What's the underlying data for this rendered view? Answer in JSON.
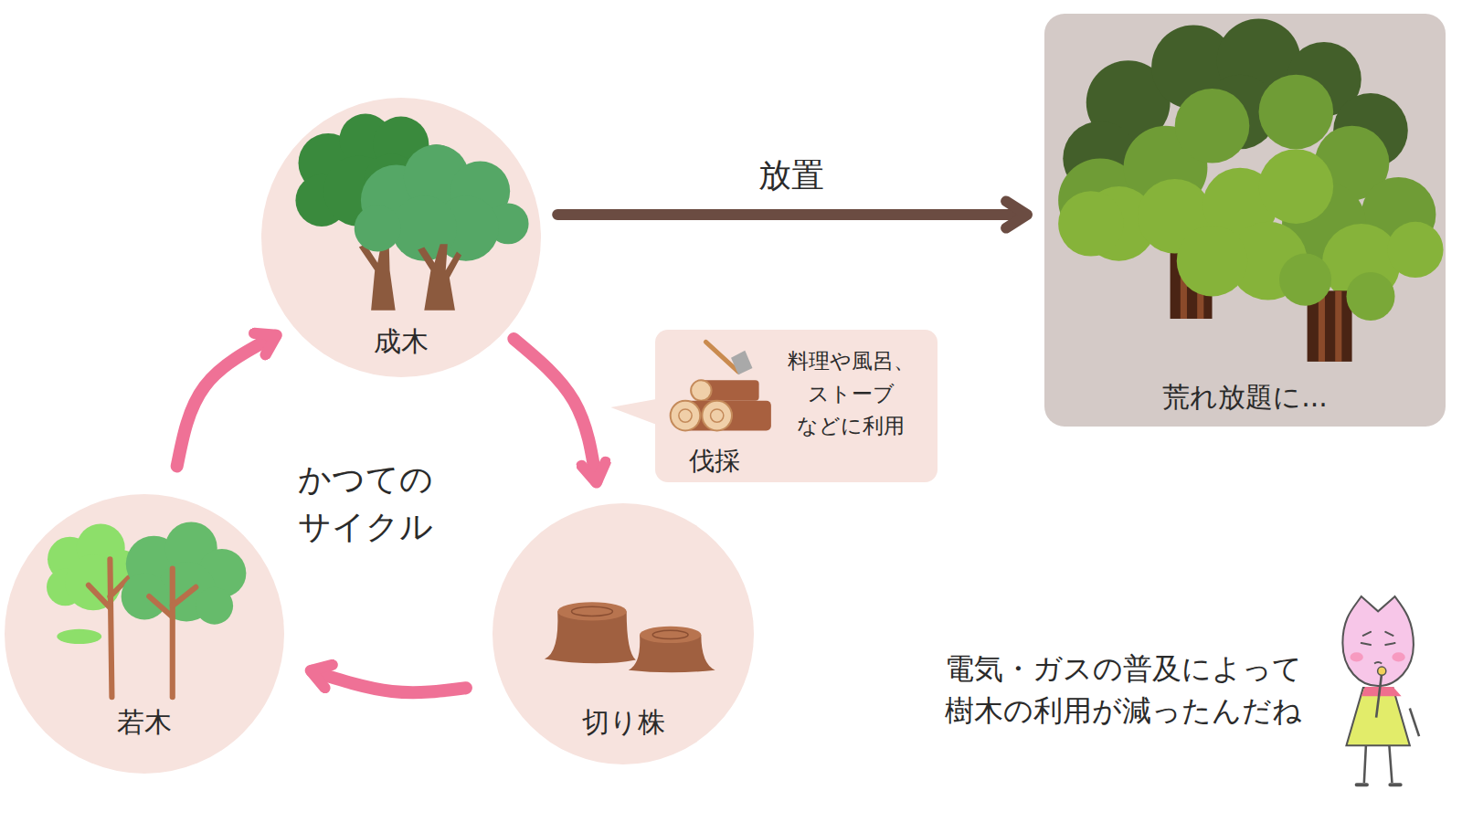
{
  "diagram": {
    "nodes": [
      {
        "text": [
          "成木"
        ]
      },
      {
        "text": [
          "荒れ放題に..."
        ]
      },
      {
        "text": [
          "伐採",
          "料理や風呂、 ストーブ などに利用"
        ]
      },
      {
        "text": [
          "切り株"
        ]
      },
      {
        "text": [
          "若木"
        ]
      }
    ],
    "edges": [
      {
        "from": 0,
        "to": 1,
        "arrow": "to",
        "label": "放置"
      },
      {
        "from": 0,
        "to": 3,
        "arrow": "to"
      },
      {
        "from": 3,
        "to": 4,
        "arrow": "to"
      },
      {
        "from": 4,
        "to": 0,
        "arrow": "to"
      }
    ],
    "labels": [
      "かつての サイクル",
      "電気・ガスの普及によって 樹木の利用が減ったんだね"
    ]
  }
}
